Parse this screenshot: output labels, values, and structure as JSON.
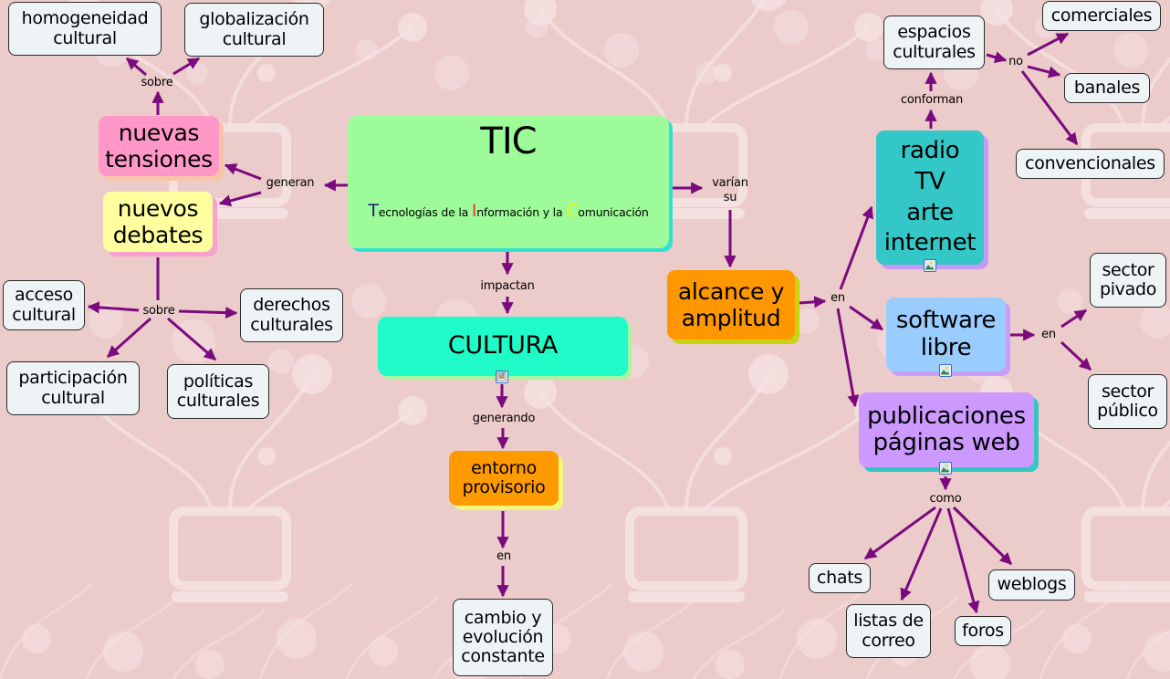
{
  "map": {
    "title": "TIC",
    "subtitle": [
      {
        "initial": "T",
        "rest": "ecnologías de la ",
        "color": "#1b1b6e"
      },
      {
        "initial": "I",
        "rest": "nformación y la ",
        "color": "#e8361a"
      },
      {
        "initial": "C",
        "rest": "omunicación",
        "color": "#f2f21a"
      }
    ]
  },
  "colors": {
    "background": "#eccbcb",
    "link": "#7a0a7e",
    "tic": "#9dfb99",
    "cultura": "#1ffbc9",
    "tensiones": "#ff97c8",
    "debates": "#ffff9f",
    "alcance": "#ff9800",
    "entorno": "#ff9a00",
    "radio": "#33c7c7",
    "software": "#99ccff",
    "publicaciones": "#cc99ff",
    "plain": "#eef4f6"
  },
  "nodes": {
    "tic": {
      "label": "TIC"
    },
    "cultura": {
      "label": "CULTURA"
    },
    "nuevas_tensiones": {
      "lines": [
        "nuevas",
        "tensiones"
      ]
    },
    "nuevos_debates": {
      "lines": [
        "nuevos",
        "debates"
      ]
    },
    "homogeneidad": {
      "lines": [
        "homogeneidad",
        "cultural"
      ]
    },
    "globalizacion": {
      "lines": [
        "globalización",
        "cultural"
      ]
    },
    "acceso": {
      "lines": [
        "acceso",
        "cultural"
      ]
    },
    "derechos": {
      "lines": [
        "derechos",
        "culturales"
      ]
    },
    "participacion": {
      "lines": [
        "participación",
        "cultural"
      ]
    },
    "politicas": {
      "lines": [
        "políticas",
        "culturales"
      ]
    },
    "entorno": {
      "lines": [
        "entorno",
        "provisorio"
      ]
    },
    "cambio": {
      "lines": [
        "cambio y",
        "evolución",
        "constante"
      ]
    },
    "alcance": {
      "lines": [
        "alcance y",
        "amplitud"
      ]
    },
    "radio": {
      "lines": [
        "radio",
        "TV",
        "arte",
        "internet"
      ]
    },
    "espacios": {
      "lines": [
        "espacios",
        "culturales"
      ]
    },
    "comerciales": {
      "lines": [
        "comerciales"
      ]
    },
    "banales": {
      "lines": [
        "banales"
      ]
    },
    "convencionales": {
      "lines": [
        "convencionales"
      ]
    },
    "software": {
      "lines": [
        "software",
        "libre"
      ]
    },
    "sector_privado": {
      "lines": [
        "sector",
        "pivado"
      ]
    },
    "sector_publico": {
      "lines": [
        "sector",
        "público"
      ]
    },
    "publicaciones": {
      "lines": [
        "publicaciones",
        "páginas web"
      ]
    },
    "chats": {
      "lines": [
        "chats"
      ]
    },
    "listas": {
      "lines": [
        "listas de",
        "correo"
      ]
    },
    "foros": {
      "lines": [
        "foros"
      ]
    },
    "weblogs": {
      "lines": [
        "weblogs"
      ]
    }
  },
  "link_labels": {
    "generan": "generan",
    "sobre_tensiones": "sobre",
    "sobre_debates": "sobre",
    "impactan": "impactan",
    "generando": "generando",
    "en_entorno": "en",
    "varian": [
      "varían",
      "su"
    ],
    "en_alcance": "en",
    "conforman": "conforman",
    "no": "no",
    "en_software": "en",
    "como": "como"
  },
  "resource_icons": {
    "cultura": "document-icon",
    "radio": "image-icon",
    "software": "image-icon",
    "publicaciones": "image-icon"
  }
}
